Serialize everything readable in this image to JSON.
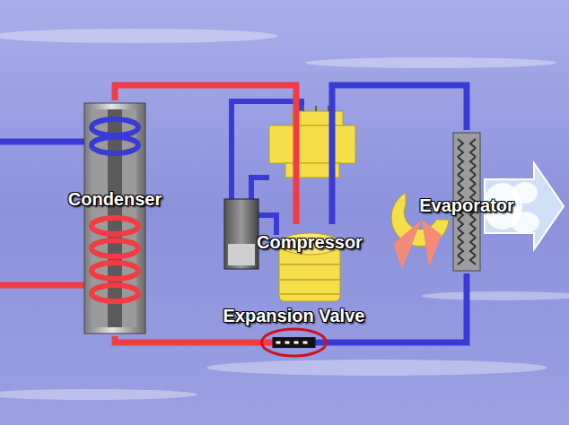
{
  "diagram": {
    "nodes": [
      {
        "text": [
          "Condenser"
        ]
      },
      {
        "text": [
          "Evaporator"
        ]
      },
      {
        "text": [
          "Compressor"
        ]
      },
      {
        "text": [
          "Expansion Valve"
        ]
      }
    ],
    "edges": [
      {
        "from": 2,
        "to": 0,
        "arrow": "none"
      },
      {
        "from": 0,
        "to": 3,
        "arrow": "none"
      },
      {
        "from": 3,
        "to": 1,
        "arrow": "none"
      },
      {
        "from": 1,
        "to": 2,
        "arrow": "none"
      }
    ]
  }
}
